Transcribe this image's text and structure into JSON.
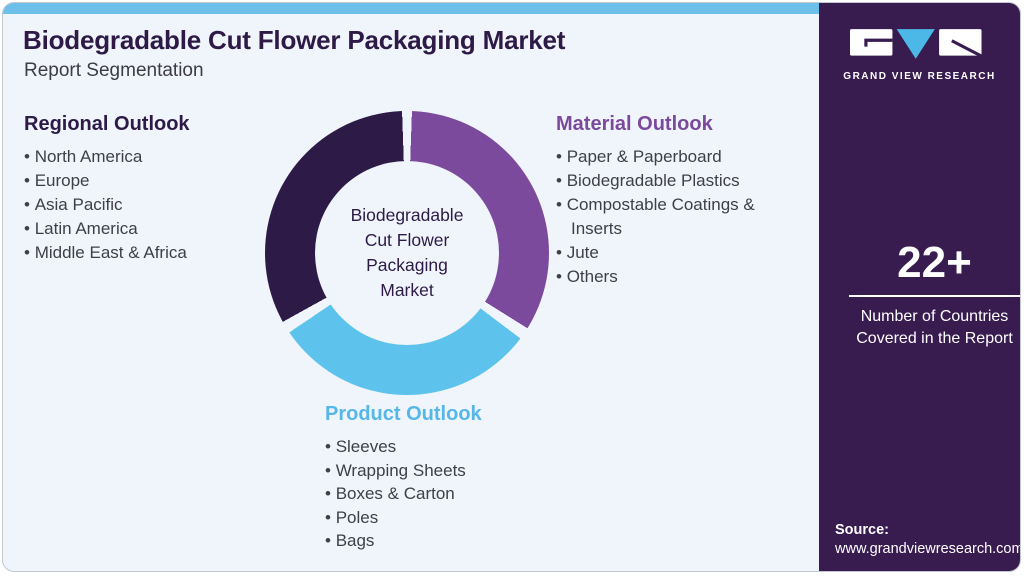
{
  "header": {
    "title": "Biodegradable Cut Flower Packaging Market",
    "subtitle": "Report Segmentation"
  },
  "sections": {
    "regional": {
      "title": "Regional Outlook",
      "items": [
        "North America",
        "Europe",
        "Asia Pacific",
        "Latin America",
        "Middle East & Africa"
      ]
    },
    "material": {
      "title": "Material Outlook",
      "items": [
        "Paper & Paperboard",
        "Biodegradable Plastics",
        "Compostable Coatings & Inserts",
        "Jute",
        "Others"
      ]
    },
    "product": {
      "title": "Product Outlook",
      "items": [
        "Sleeves",
        "Wrapping Sheets",
        "Boxes & Carton",
        "Poles",
        "Bags"
      ]
    }
  },
  "chart_data": {
    "type": "pie",
    "donut": true,
    "title": "Report Segmentation",
    "center_label": "Biodegradable Cut Flower Packaging Market",
    "legend_position": "around-chart",
    "segments": [
      {
        "name": "Material Outlook",
        "color": "#7B4A9D",
        "start_deg": 2,
        "end_deg": 122,
        "share_pct": 33.8
      },
      {
        "name": "Product Outlook",
        "color": "#5EC3EC",
        "start_deg": 127,
        "end_deg": 236,
        "share_pct": 30.7
      },
      {
        "name": "Regional Outlook",
        "color": "#2E1A47",
        "start_deg": 241,
        "end_deg": 358,
        "share_pct": 33.0
      }
    ]
  },
  "sidebar": {
    "logo": {
      "text": "GRAND VIEW RESEARCH"
    },
    "stat": {
      "value": "22+",
      "label": "Number of Countries Covered in the Report"
    },
    "source": {
      "label": "Source:",
      "url": "www.grandviewresearch.com"
    }
  },
  "colors": {
    "title": "#2E1A47",
    "material": "#7B4A9D",
    "product": "#56B7E9",
    "donut-blue": "#5EC3EC",
    "donut-purple": "#7B4A9D",
    "donut-dark": "#2E1A47",
    "sidebar-bg": "#381C50",
    "topbar": "#6CC0EA",
    "card-bg": "#EFF5FA",
    "body-text": "#3F3F46",
    "logo-triangle": "#4CB8E8"
  }
}
